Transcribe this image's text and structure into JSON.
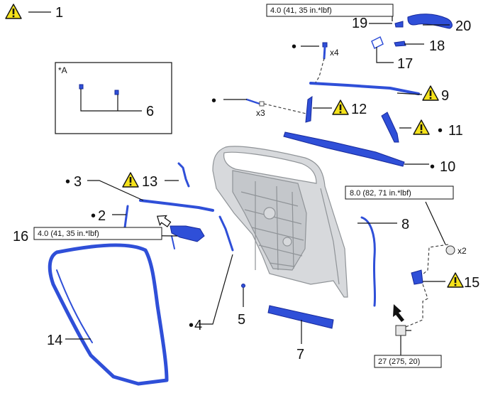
{
  "callouts": {
    "n1": "1",
    "n2": "2",
    "n3": "3",
    "n4": "4",
    "n5": "5",
    "n6": "6",
    "n7": "7",
    "n8": "8",
    "n9": "9",
    "n10": "10",
    "n11": "11",
    "n12": "12",
    "n13": "13",
    "n14": "14",
    "n15": "15",
    "n16": "16",
    "n17": "17",
    "n18": "18",
    "n19": "19",
    "n20": "20"
  },
  "inset_label": "*A",
  "quantities": {
    "x4": "x4",
    "x3": "x3",
    "x2": "x2"
  },
  "torque": {
    "t19": "4.0 (41, 35 in.*lbf)",
    "t8": "8.0 (82, 71 in.*lbf)",
    "t16": "4.0 (41, 35 in.*lbf)",
    "t27": "27 (275, 20)"
  },
  "bullet": "•",
  "colors": {
    "part": "#2f4fd8",
    "warning": "#f5e21a",
    "door_panel": "#d7d9dc"
  },
  "icons": [
    "warning-icon",
    "outline-arrow-icon",
    "solid-arrow-icon"
  ]
}
